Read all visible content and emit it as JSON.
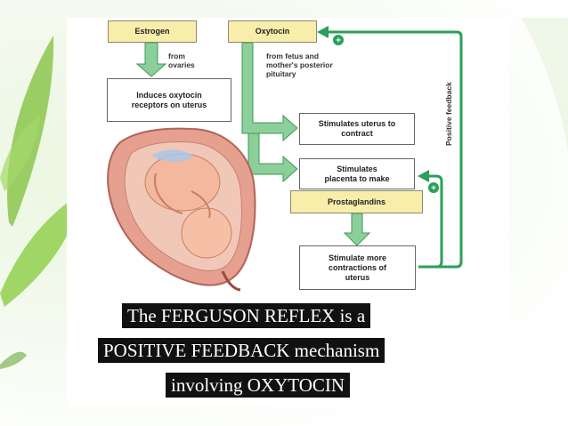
{
  "diagram": {
    "boxes": {
      "estrogen": "Estrogen",
      "oxytocin": "Oxytocin",
      "induces": "Induces oxytocin receptors on uterus",
      "stimulates_uterus": "Stimulates uterus to contract",
      "stimulates_placenta": "Stimulates placenta to make",
      "prostaglandins": "Prostaglandins",
      "stimulate_more": "Stimulate more contractions of uterus"
    },
    "notes": {
      "from_ovaries": "from ovaries",
      "from_fetus": "from fetus and mother's posterior pituitary"
    },
    "feedback_label": "Positive feedback",
    "plus_sign": "+",
    "colors": {
      "arrow_fill": "#8ccf9a",
      "arrow_stroke": "#3e9a56",
      "feedback_line": "#2aa05a",
      "box_yellow": "#f8eeaa"
    }
  },
  "caption": {
    "line1": "The FERGUSON REFLEX is a",
    "line2": "POSITIVE FEEDBACK mechanism",
    "line3": "involving OXYTOCIN"
  }
}
